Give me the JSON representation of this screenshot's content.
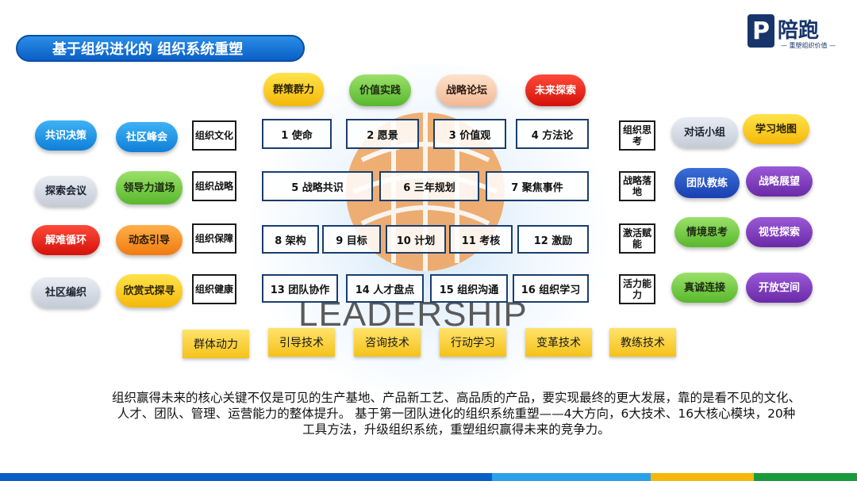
{
  "title": "基于组织进化的 组织系统重塑",
  "logo": {
    "mark": "P",
    "name": "陪跑",
    "tagline": "— 重塑组织价值 —"
  },
  "watermark": "LEADERSHIP",
  "top_pills": [
    {
      "label": "群策群力",
      "color": "yellow"
    },
    {
      "label": "价值实践",
      "color": "green"
    },
    {
      "label": "战略论坛",
      "color": "peach"
    },
    {
      "label": "未来探索",
      "color": "red"
    }
  ],
  "left_tools": [
    [
      {
        "label": "共识决策",
        "color": "blue"
      },
      {
        "label": "社区峰会",
        "color": "blue"
      }
    ],
    [
      {
        "label": "探索会议",
        "color": "gray"
      },
      {
        "label": "领导力道场",
        "color": "green"
      }
    ],
    [
      {
        "label": "解难循环",
        "color": "red"
      },
      {
        "label": "动态引导",
        "color": "orange"
      }
    ],
    [
      {
        "label": "社区编织",
        "color": "gray"
      },
      {
        "label": "欣赏式探寻",
        "color": "yellow"
      }
    ]
  ],
  "right_tools": [
    [
      {
        "label": "对话小组",
        "color": "gray"
      },
      {
        "label": "学习地图",
        "color": "yellow"
      }
    ],
    [
      {
        "label": "团队教练",
        "color": "navy"
      },
      {
        "label": "战略展望",
        "color": "purple"
      }
    ],
    [
      {
        "label": "情境思考",
        "color": "green"
      },
      {
        "label": "视觉探索",
        "color": "purple"
      }
    ],
    [
      {
        "label": "真诚连接",
        "color": "green"
      },
      {
        "label": "开放空间",
        "color": "purple"
      }
    ]
  ],
  "left_categories": [
    "组织文化",
    "组织战略",
    "组织保障",
    "组织健康"
  ],
  "right_categories": [
    "组织思考",
    "战略落地",
    "激活赋能",
    "活力能力"
  ],
  "modules": [
    [
      "1 使命",
      "2 愿景",
      "3 价值观",
      "4 方法论"
    ],
    [
      "5 战略共识",
      "6  三年规划",
      "7  聚焦事件"
    ],
    [
      "8  架构",
      "9 目标",
      "10  计划",
      "11 考核",
      "12 激励"
    ],
    [
      "13 团队协作",
      "14 人才盘点",
      "15 组织沟通",
      "16 组织学习"
    ]
  ],
  "techniques": [
    "群体动力",
    "引导技术",
    "咨询技术",
    "行动学习",
    "变革技术",
    "教练技术"
  ],
  "description": "组织赢得未来的核心关键不仅是可见的生产基地、产品新工艺、高品质的产品，要实现最终的更大发展，靠的是看不见的文化、人才、团队、管理、运营能力的整体提升。 基于第一团队进化的组织系统重塑——4大方向，6大技术、16大核心模块，20种工具方法，升级组织系统，重塑组织赢得未来的竞争力。",
  "bottom_bar_colors": [
    "#0a5fc6",
    "#2aa0e8",
    "#f5b80a",
    "#1a9a3a"
  ]
}
